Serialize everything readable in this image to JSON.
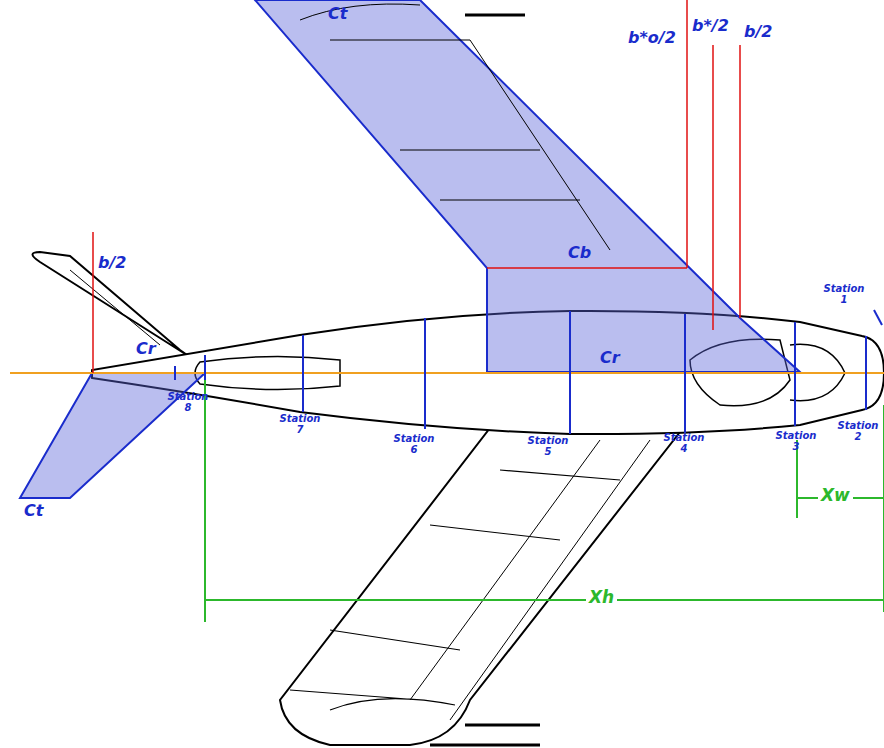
{
  "diagram": {
    "labels": [
      "Station 1",
      "Station 2",
      "Station 3",
      "Station 4",
      "Station 5",
      "Station 6",
      "Station 7",
      "Station 8",
      "b*o/2",
      "b*/2",
      "b/2",
      "b/2",
      "Ct",
      "Cb",
      "Cr",
      "Cr",
      "Ct",
      "Xw",
      "Xh"
    ]
  }
}
